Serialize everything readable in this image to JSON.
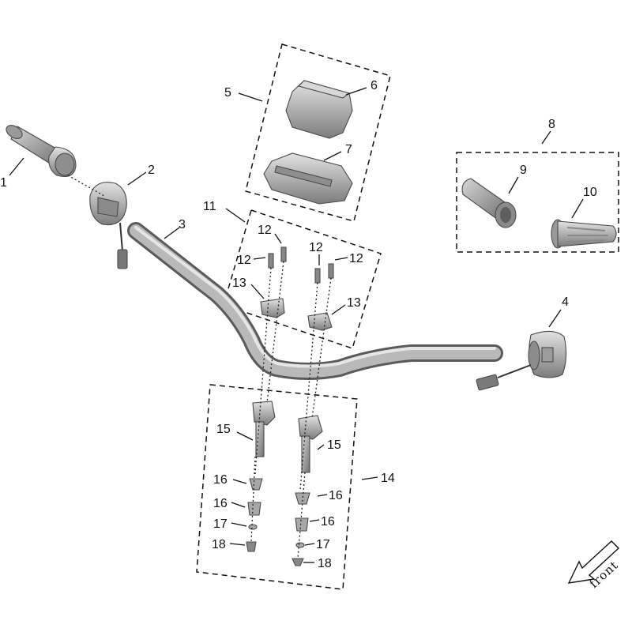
{
  "callouts": {
    "c1": "1",
    "c2": "2",
    "c3": "3",
    "c4": "4",
    "c5": "5",
    "c6": "6",
    "c7": "7",
    "c8": "8",
    "c9": "9",
    "c10": "10",
    "c11": "11",
    "c12a": "12",
    "c12b": "12",
    "c12c": "12",
    "c12d": "12",
    "c13a": "13",
    "c13b": "13",
    "c14": "14",
    "c15a": "15",
    "c15b": "15",
    "c16a": "16",
    "c16b": "16",
    "c16c": "16",
    "c16d": "16",
    "c17a": "17",
    "c17b": "17",
    "c18a": "18",
    "c18b": "18"
  },
  "direction": {
    "label": "front"
  },
  "colors": {
    "part_fill": "#b4b4b4",
    "part_shadow": "#7a7a7a",
    "line": "#111111"
  }
}
